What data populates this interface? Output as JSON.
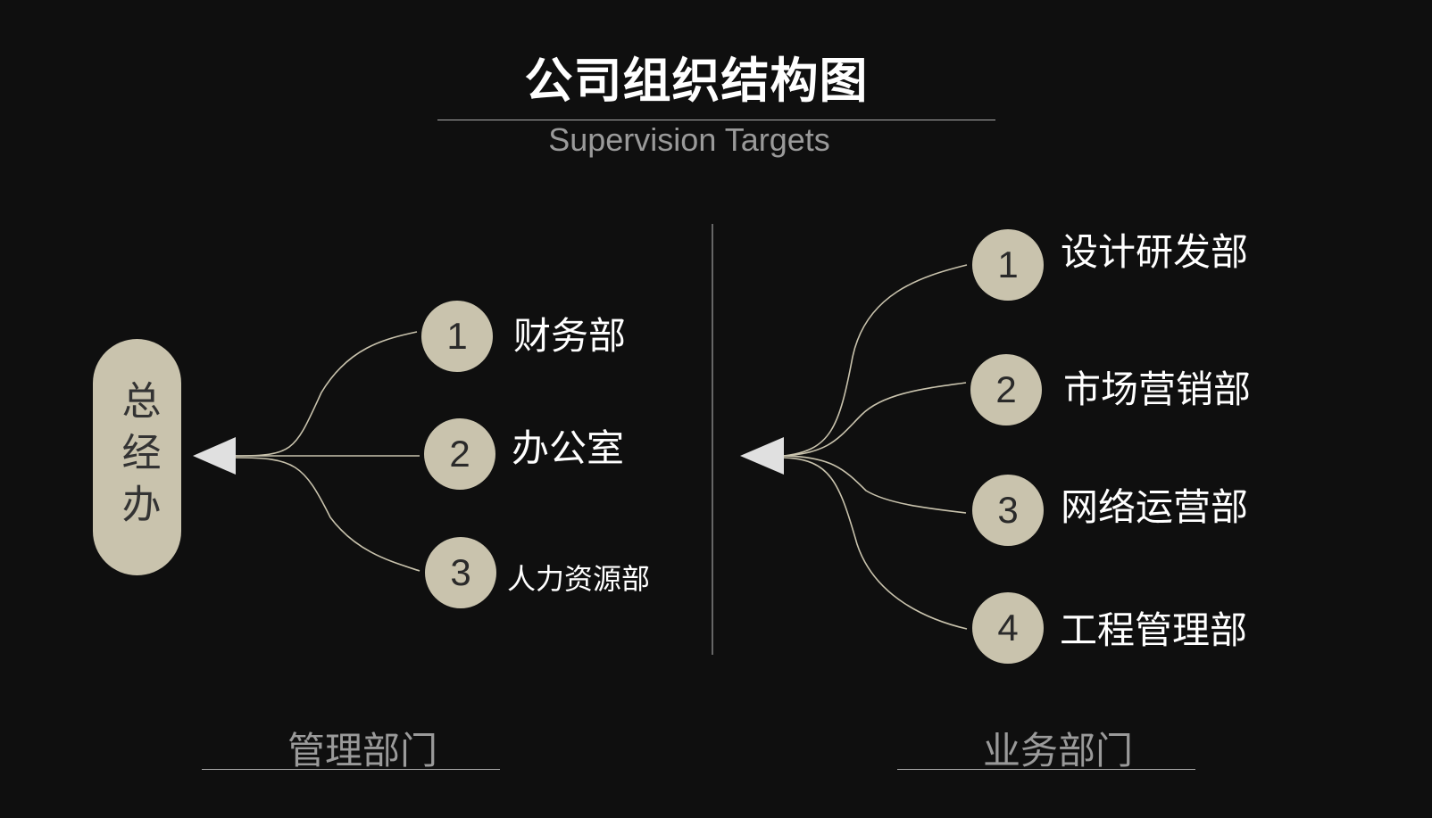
{
  "title": "公司组织结构图",
  "subtitle": "Supervision Targets",
  "root": {
    "label": "总经办"
  },
  "management": {
    "label": "管理部门",
    "items": [
      {
        "num": "1",
        "label": "财务部"
      },
      {
        "num": "2",
        "label": "办公室"
      },
      {
        "num": "3",
        "label": "人力资源部"
      }
    ]
  },
  "business": {
    "label": "业务部门",
    "items": [
      {
        "num": "1",
        "label": "设计研发部"
      },
      {
        "num": "2",
        "label": "市场营销部"
      },
      {
        "num": "3",
        "label": "网络运营部"
      },
      {
        "num": "4",
        "label": "工程管理部"
      }
    ]
  },
  "colors": {
    "background": "#0f0f0f",
    "accent": "#c9c3ad",
    "muted": "#9a9a9a"
  }
}
